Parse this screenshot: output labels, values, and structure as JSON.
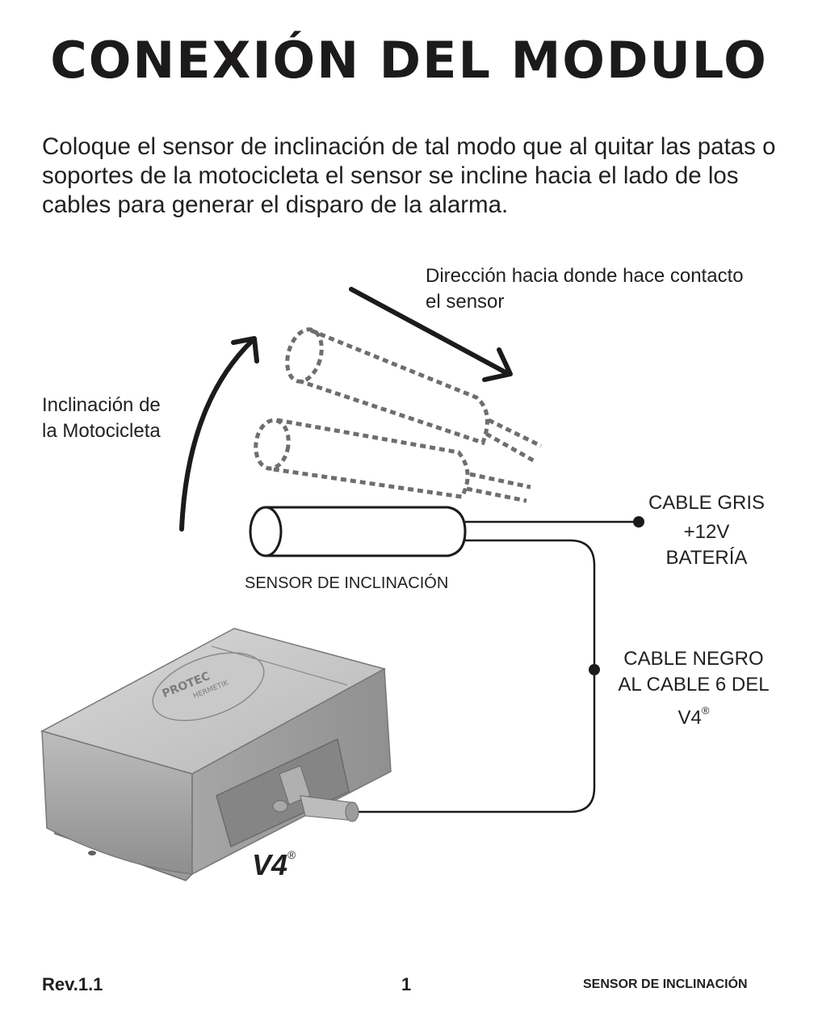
{
  "page": {
    "title": "CONEXIÓN DEL MODULO",
    "intro": "Coloque el sensor de inclinación de tal modo que al quitar las patas o soportes de la motocicleta el sensor se incline hacia el lado de los cables para generar el disparo de la alarma."
  },
  "diagram": {
    "direction_label_1": "Dirección hacia donde hace contacto",
    "direction_label_2": "el sensor",
    "tilt_label_1": "Inclinación de",
    "tilt_label_2": "la Motocicleta",
    "sensor_label": "SENSOR DE INCLINACIÓN",
    "gray_cable_1": "CABLE GRIS",
    "gray_cable_2": "+12V",
    "gray_cable_3": "BATERÍA",
    "black_cable_1": "CABLE NEGRO",
    "black_cable_2": "AL CABLE 6 DEL",
    "black_cable_3": "V4",
    "registered": "®",
    "module_brand_1": "PROTEC",
    "module_brand_2": "HERMETIK",
    "module_name": "V4",
    "module_registered": "®"
  },
  "footer": {
    "revision": "Rev.1.1",
    "page_number": "1",
    "doc_title": "SENSOR DE INCLINACIÓN"
  }
}
